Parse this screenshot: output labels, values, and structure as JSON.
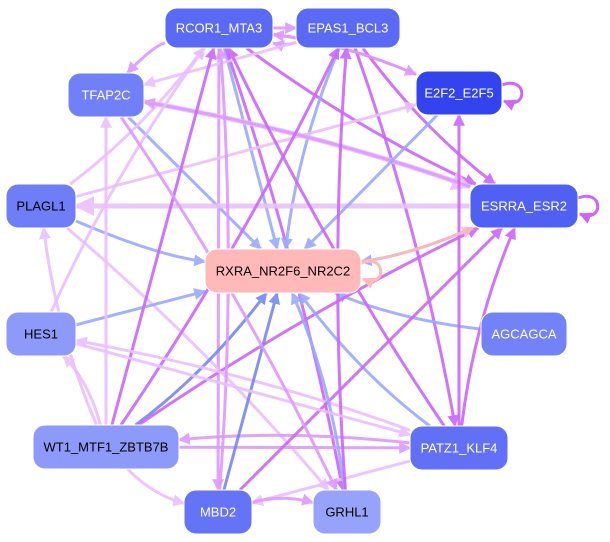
{
  "title": "Transcription factor motif interaction network",
  "colors": {
    "edge_strong": "#cc66ff",
    "edge_medium": "#dd99ff",
    "edge_light": "#eabfff",
    "edge_blue": "#99aaff",
    "edge_blue_strong": "#7788ee",
    "edge_pink": "#ffbbbb"
  },
  "nodes": [
    {
      "id": "RCOR1_MTA3",
      "label": "RCOR1_MTA3",
      "fill": "#5b6af5",
      "text": "#ffffff"
    },
    {
      "id": "EPAS1_BCL3",
      "label": "EPAS1_BCL3",
      "fill": "#5b6af5",
      "text": "#ffffff"
    },
    {
      "id": "TFAP2C",
      "label": "TFAP2C",
      "fill": "#7180f7",
      "text": "#ffffff"
    },
    {
      "id": "E2F2_E2F5",
      "label": "E2F2_E2F5",
      "fill": "#3344ee",
      "text": "#ffffff"
    },
    {
      "id": "PLAGL1",
      "label": "PLAGL1",
      "fill": "#6f7ef7",
      "text": "#000000"
    },
    {
      "id": "ESRRA_ESR2",
      "label": "ESRRA_ESR2",
      "fill": "#5060f2",
      "text": "#ffffff"
    },
    {
      "id": "RXRA_NR2F6_NR2C2",
      "label": "RXRA_NR2F6_NR2C2",
      "fill": "#ffb9b9",
      "text": "#000000"
    },
    {
      "id": "HES1",
      "label": "HES1",
      "fill": "#8e9af9",
      "text": "#000000"
    },
    {
      "id": "AGCAGCA",
      "label": "AGCAGCA",
      "fill": "#7382f7",
      "text": "#ffffff"
    },
    {
      "id": "WT1_MTF1_ZBTB7B",
      "label": "WT1_MTF1_ZBTB7B",
      "fill": "#8e9af9",
      "text": "#000000"
    },
    {
      "id": "PATZ1_KLF4",
      "label": "PATZ1_KLF4",
      "fill": "#6170f5",
      "text": "#ffffff"
    },
    {
      "id": "MBD2",
      "label": "MBD2",
      "fill": "#6574f6",
      "text": "#ffffff"
    },
    {
      "id": "GRHL1",
      "label": "GRHL1",
      "fill": "#97a2fa",
      "text": "#000000"
    }
  ],
  "edges": [
    {
      "from": "RCOR1_MTA3",
      "to": "EPAS1_BCL3",
      "color": "edge_medium",
      "weight": 3
    },
    {
      "from": "EPAS1_BCL3",
      "to": "RCOR1_MTA3",
      "color": "edge_medium",
      "weight": 3
    },
    {
      "from": "RCOR1_MTA3",
      "to": "TFAP2C",
      "color": "edge_medium",
      "weight": 3
    },
    {
      "from": "RCOR1_MTA3",
      "to": "RXRA_NR2F6_NR2C2",
      "color": "edge_blue",
      "weight": 3
    },
    {
      "from": "RCOR1_MTA3",
      "to": "ESRRA_ESR2",
      "color": "edge_strong",
      "weight": 3
    },
    {
      "from": "RCOR1_MTA3",
      "to": "GRHL1",
      "color": "edge_strong",
      "weight": 3
    },
    {
      "from": "RCOR1_MTA3",
      "to": "MBD2",
      "color": "edge_medium",
      "weight": 3
    },
    {
      "from": "RCOR1_MTA3",
      "to": "E2F2_E2F5",
      "color": "edge_medium",
      "weight": 3
    },
    {
      "from": "EPAS1_BCL3",
      "to": "RXRA_NR2F6_NR2C2",
      "color": "edge_blue",
      "weight": 3
    },
    {
      "from": "EPAS1_BCL3",
      "to": "TFAP2C",
      "color": "edge_light",
      "weight": 3
    },
    {
      "from": "EPAS1_BCL3",
      "to": "ESRRA_ESR2",
      "color": "edge_strong",
      "weight": 3
    },
    {
      "from": "EPAS1_BCL3",
      "to": "PATZ1_KLF4",
      "color": "edge_strong",
      "weight": 3
    },
    {
      "from": "TFAP2C",
      "to": "RXRA_NR2F6_NR2C2",
      "color": "edge_blue",
      "weight": 3
    },
    {
      "from": "TFAP2C",
      "to": "ESRRA_ESR2",
      "color": "edge_light",
      "weight": 5
    },
    {
      "from": "PLAGL1",
      "to": "RXRA_NR2F6_NR2C2",
      "color": "edge_blue",
      "weight": 3
    },
    {
      "from": "PLAGL1",
      "to": "E2F2_E2F5",
      "color": "edge_light",
      "weight": 3
    },
    {
      "from": "PLAGL1",
      "to": "RCOR1_MTA3",
      "color": "edge_light",
      "weight": 3
    },
    {
      "from": "PLAGL1",
      "to": "GRHL1",
      "color": "edge_light",
      "weight": 3
    },
    {
      "from": "ESRRA_ESR2",
      "to": "PLAGL1",
      "color": "edge_light",
      "weight": 5
    },
    {
      "from": "ESRRA_ESR2",
      "to": "RXRA_NR2F6_NR2C2",
      "color": "edge_blue",
      "weight": 3
    },
    {
      "from": "ESRRA_ESR2",
      "to": "TFAP2C",
      "color": "edge_medium",
      "weight": 3
    },
    {
      "from": "E2F2_E2F5",
      "to": "RXRA_NR2F6_NR2C2",
      "color": "edge_blue",
      "weight": 3
    },
    {
      "from": "E2F2_E2F5",
      "to": "RCOR1_MTA3",
      "color": "edge_medium",
      "weight": 3
    },
    {
      "from": "AGCAGCA",
      "to": "RXRA_NR2F6_NR2C2",
      "color": "edge_blue",
      "weight": 3
    },
    {
      "from": "HES1",
      "to": "RXRA_NR2F6_NR2C2",
      "color": "edge_blue",
      "weight": 3
    },
    {
      "from": "HES1",
      "to": "RCOR1_MTA3",
      "color": "edge_light",
      "weight": 3
    },
    {
      "from": "WT1_MTF1_ZBTB7B",
      "to": "RXRA_NR2F6_NR2C2",
      "color": "edge_blue_strong",
      "weight": 3
    },
    {
      "from": "WT1_MTF1_ZBTB7B",
      "to": "RCOR1_MTA3",
      "color": "edge_strong",
      "weight": 3
    },
    {
      "from": "WT1_MTF1_ZBTB7B",
      "to": "EPAS1_BCL3",
      "color": "edge_strong",
      "weight": 3
    },
    {
      "from": "WT1_MTF1_ZBTB7B",
      "to": "ESRRA_ESR2",
      "color": "edge_strong",
      "weight": 3
    },
    {
      "from": "WT1_MTF1_ZBTB7B",
      "to": "TFAP2C",
      "color": "edge_light",
      "weight": 3
    },
    {
      "from": "WT1_MTF1_ZBTB7B",
      "to": "PLAGL1",
      "color": "edge_light",
      "weight": 3
    },
    {
      "from": "WT1_MTF1_ZBTB7B",
      "to": "HES1",
      "color": "edge_light",
      "weight": 3
    },
    {
      "from": "WT1_MTF1_ZBTB7B",
      "to": "PATZ1_KLF4",
      "color": "edge_medium",
      "weight": 3
    },
    {
      "from": "WT1_MTF1_ZBTB7B",
      "to": "MBD2",
      "color": "edge_light",
      "weight": 3
    },
    {
      "from": "PATZ1_KLF4",
      "to": "RXRA_NR2F6_NR2C2",
      "color": "edge_blue",
      "weight": 3
    },
    {
      "from": "PATZ1_KLF4",
      "to": "E2F2_E2F5",
      "color": "edge_strong",
      "weight": 3
    },
    {
      "from": "PATZ1_KLF4",
      "to": "ESRRA_ESR2",
      "color": "edge_strong",
      "weight": 3
    },
    {
      "from": "PATZ1_KLF4",
      "to": "WT1_MTF1_ZBTB7B",
      "color": "edge_medium",
      "weight": 3
    },
    {
      "from": "PATZ1_KLF4",
      "to": "MBD2",
      "color": "edge_light",
      "weight": 3
    },
    {
      "from": "PATZ1_KLF4",
      "to": "HES1",
      "color": "edge_light",
      "weight": 3
    },
    {
      "from": "PATZ1_KLF4",
      "to": "RCOR1_MTA3",
      "color": "edge_strong",
      "weight": 3
    },
    {
      "from": "MBD2",
      "to": "RXRA_NR2F6_NR2C2",
      "color": "edge_blue_strong",
      "weight": 3
    },
    {
      "from": "MBD2",
      "to": "GRHL1",
      "color": "edge_medium",
      "weight": 3
    },
    {
      "from": "MBD2",
      "to": "RCOR1_MTA3",
      "color": "edge_medium",
      "weight": 3
    },
    {
      "from": "MBD2",
      "to": "ESRRA_ESR2",
      "color": "edge_strong",
      "weight": 3
    },
    {
      "from": "GRHL1",
      "to": "RXRA_NR2F6_NR2C2",
      "color": "edge_blue",
      "weight": 3
    },
    {
      "from": "GRHL1",
      "to": "EPAS1_BCL3",
      "color": "edge_strong",
      "weight": 3
    },
    {
      "from": "HES1",
      "to": "PATZ1_KLF4",
      "color": "edge_light",
      "weight": 3
    },
    {
      "from": "TFAP2C",
      "to": "GRHL1",
      "color": "edge_medium",
      "weight": 3
    },
    {
      "from": "RXRA_NR2F6_NR2C2",
      "to": "ESRRA_ESR2",
      "color": "edge_pink",
      "weight": 3
    }
  ],
  "self_loops": [
    {
      "node": "E2F2_E2F5",
      "color": "edge_strong"
    },
    {
      "node": "ESRRA_ESR2",
      "color": "edge_strong"
    },
    {
      "node": "RXRA_NR2F6_NR2C2",
      "color": "edge_pink"
    }
  ]
}
